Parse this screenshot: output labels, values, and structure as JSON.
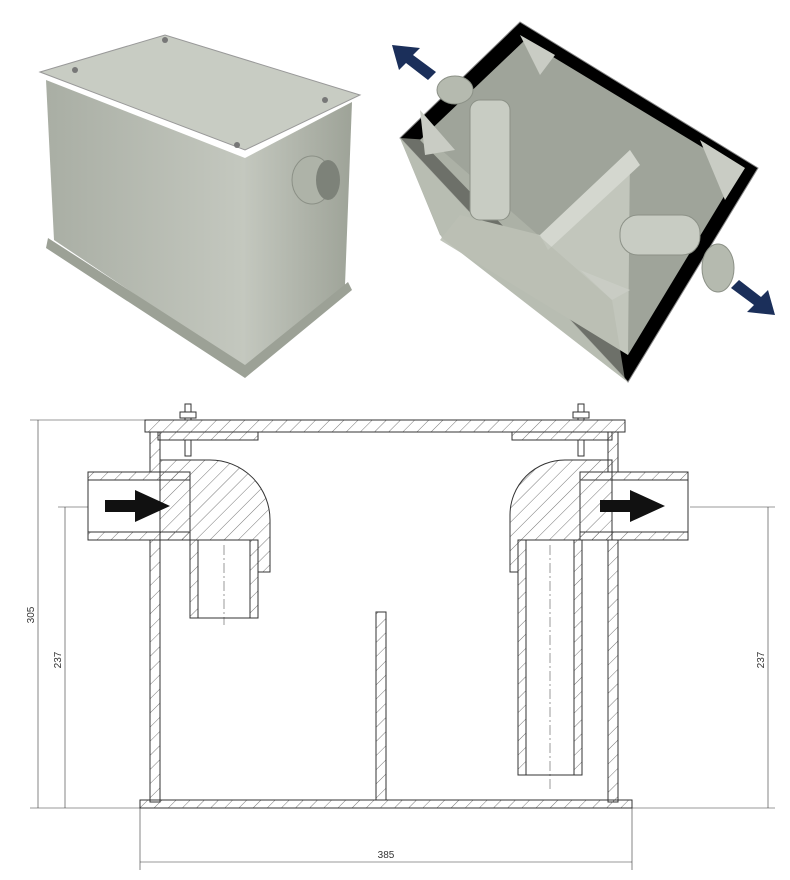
{
  "photos": {
    "closed_box": "closed-grease-separator-photo",
    "open_box": "open-grease-separator-photo"
  },
  "drawing": {
    "dimensions": {
      "total_height": "305",
      "inlet_height_left": "237",
      "outlet_height_right": "237",
      "width": "385"
    }
  },
  "colors": {
    "body": "#b7bcb2",
    "body_dark": "#8f958b",
    "arrow": "#1b2f5a",
    "line": "#333333"
  }
}
